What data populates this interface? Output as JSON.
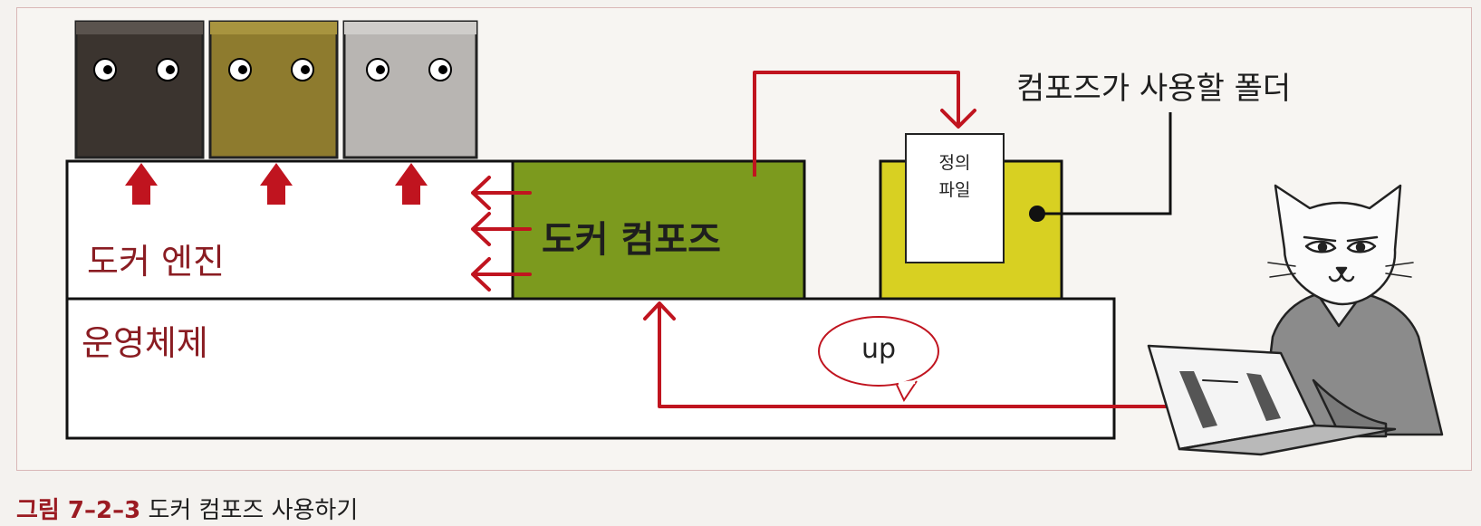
{
  "docker_engine": {
    "label": "도커 엔진"
  },
  "operating_system": {
    "label": "운영체제"
  },
  "docker_compose": {
    "label": "도커 컴포즈"
  },
  "compose_folder": {
    "caption": "컴포즈가 사용할 폴더"
  },
  "definition_file": {
    "line1": "정의",
    "line2": "파일"
  },
  "command_bubble": {
    "text": "up"
  },
  "figure_caption": {
    "number": "그림 7–2–3",
    "title": "도커 컴포즈 사용하기"
  },
  "containers": [
    {
      "name": "container-dark",
      "color": "#3b342f"
    },
    {
      "name": "container-olive",
      "color": "#8e7b2e"
    },
    {
      "name": "container-gray",
      "color": "#b8b5b2"
    }
  ],
  "colors": {
    "arrow_red": "#c0141f",
    "label_red": "#8a1c22",
    "compose_green": "#7c9a1e",
    "folder_yellow": "#d8d022"
  },
  "icons": [
    "eye-icon",
    "up-arrow-icon",
    "left-arrow-icon",
    "cat-illustration",
    "laptop-icon",
    "speech-bubble-icon"
  ]
}
